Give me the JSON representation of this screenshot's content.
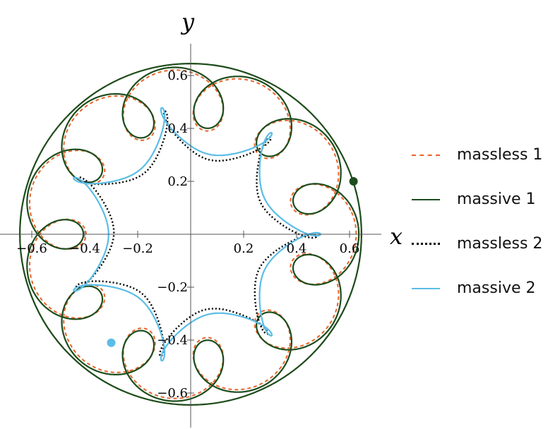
{
  "chart_data": {
    "type": "line",
    "title": "",
    "xlabel": "x",
    "ylabel": "y",
    "xlim": [
      -0.66,
      0.66
    ],
    "ylim": [
      -0.72,
      0.72
    ],
    "x_ticks": [
      -0.6,
      -0.4,
      -0.2,
      0.2,
      0.4,
      0.6
    ],
    "y_ticks": [
      -0.6,
      -0.4,
      -0.2,
      0.2,
      0.4,
      0.6
    ],
    "x_tick_labels": [
      "−0.6",
      "−0.4",
      "−0.2",
      "0.2",
      "0.4",
      "0.6"
    ],
    "y_tick_labels": [
      "−0.6",
      "−0.4",
      "−0.2",
      "0.2",
      "0.4",
      "0.6"
    ],
    "grid": false,
    "legend_position": "right",
    "series": [
      {
        "name": "massless 1",
        "color": "#e8642c",
        "style": "dashed",
        "orbit": {
          "outer_radius": 0.645,
          "loop_center_radius": 0.51,
          "loop_radius": 0.115,
          "loops": 11
        }
      },
      {
        "name": "massive 1",
        "color": "#1c4d1c",
        "style": "solid",
        "orbit": {
          "outer_radius": 0.645,
          "loop_center_radius": 0.52,
          "loop_radius": 0.115,
          "loops": 11
        },
        "marker": {
          "x": 0.615,
          "y": 0.2
        }
      },
      {
        "name": "massless 2",
        "color": "#000000",
        "style": "dotted",
        "orbit": {
          "outer_radius": 0.475,
          "inner_radius": 0.29,
          "loops": 7
        }
      },
      {
        "name": "massive 2",
        "color": "#5bbde6",
        "style": "solid",
        "orbit": {
          "outer_radius": 0.49,
          "inner_radius": 0.31,
          "loops": 7
        },
        "marker": {
          "x": -0.3,
          "y": -0.41
        }
      }
    ]
  }
}
